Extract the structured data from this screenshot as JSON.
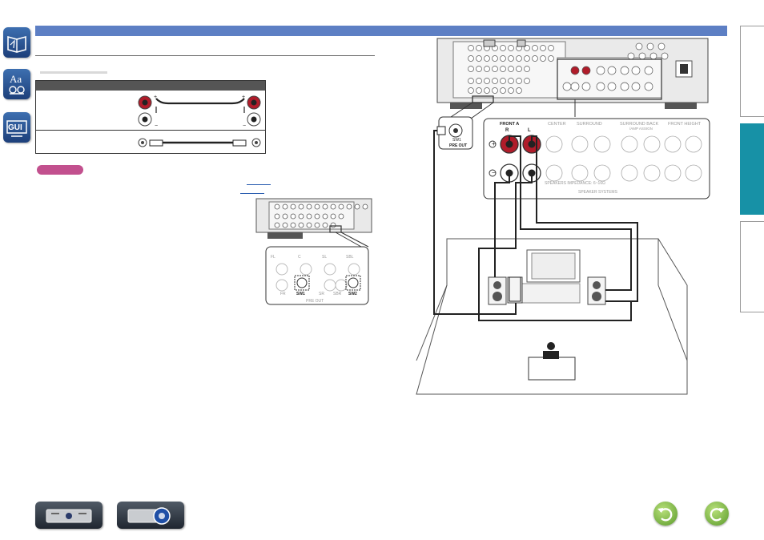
{
  "nav": {
    "items": [
      {
        "name": "contents",
        "icon": "book-icon"
      },
      {
        "name": "index",
        "icon": "aa-icon"
      },
      {
        "name": "gui",
        "icon": "gui-icon",
        "label": "GUI"
      }
    ]
  },
  "diagram": {
    "front_a_label": "FRONT A",
    "center_label": "CENTER",
    "surround_label": "SURROUND",
    "surround_back_label": "SURROUND BACK",
    "surround_back_sub": "/AMP ASSIGN",
    "front_height_label": "FRONT HEIGHT",
    "channel_r": "R",
    "channel_l": "L",
    "speaker_impedance_label": "SPEAKERS IMPEDANCE: 6~16Ω",
    "speaker_systems_label": "SPEAKER SYSTEMS",
    "sw1_label": "SW1",
    "preout_label": "PRE OUT",
    "small_panel_labels": [
      "FL",
      "C",
      "SL",
      "SBL",
      "FR",
      "SW1",
      "SR",
      "SBR",
      "SW2"
    ],
    "small_preout_label": "PRE OUT",
    "plus_sign": "+",
    "minus_sign": "−"
  },
  "colors": {
    "header_band": "#5d7fc4",
    "active_tab": "#1791a6",
    "note_badge": "#c2508e",
    "terminal_red": "#b01c2a"
  },
  "footer": {
    "device_buttons": [
      "front-panel-button",
      "remote-button"
    ],
    "nav_buttons": [
      "back-button",
      "forward-button"
    ]
  }
}
